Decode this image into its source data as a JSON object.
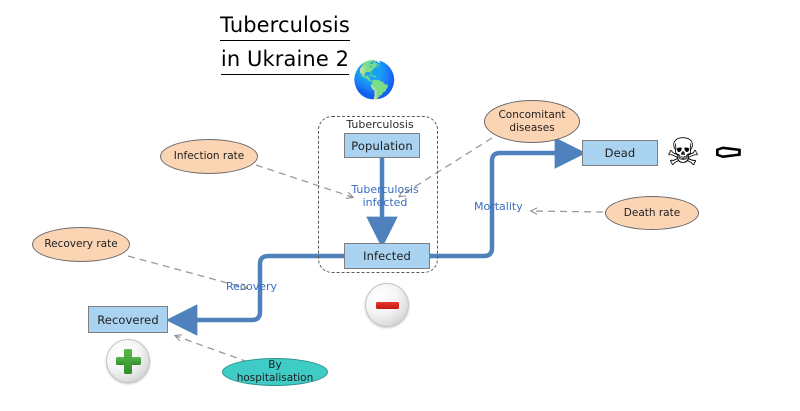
{
  "title": {
    "line1": "Tuberculosis",
    "line2": "in Ukraine 2"
  },
  "boundary": {
    "label": "Tuberculosis"
  },
  "stocks": [
    {
      "id": "population",
      "label": "Population"
    },
    {
      "id": "infected",
      "label": "Infected"
    },
    {
      "id": "dead",
      "label": "Dead"
    },
    {
      "id": "recovered",
      "label": "Recovered"
    }
  ],
  "auxiliaries": [
    {
      "id": "infection-rate",
      "label": "Infection rate",
      "color": "#fbd4b4"
    },
    {
      "id": "recovery-rate",
      "label": "Recovery rate",
      "color": "#fbd4b4"
    },
    {
      "id": "concomitant",
      "label": "Concomitant diseases",
      "color": "#fbd4b4"
    },
    {
      "id": "death-rate",
      "label": "Death rate",
      "color": "#fbd4b4"
    },
    {
      "id": "by-hospitalisation",
      "label": "By hospitalisation",
      "color": "#3fccc6"
    }
  ],
  "flows": [
    {
      "id": "tb-infected",
      "label": "Tuberculosis infected"
    },
    {
      "id": "mortality",
      "label": "Mortality"
    },
    {
      "id": "recovery",
      "label": "Recovery"
    }
  ],
  "icons": {
    "globe": "🌎",
    "skull": "☠",
    "coffin": "⚰",
    "minus_badge": "minus-badge-icon",
    "plus_badge": "plus-badge-icon"
  },
  "colors": {
    "stock_fill": "#a9d3f0",
    "stock_border": "#7f7f7f",
    "aux_peach": "#fbd4b4",
    "aux_teal": "#3fccc6",
    "flow_blue": "#4f81bd",
    "flow_label_blue": "#3b6fbf",
    "connector_gray": "#9a9a9a",
    "boundary_dash": "#595959",
    "background": "#ffffff"
  }
}
